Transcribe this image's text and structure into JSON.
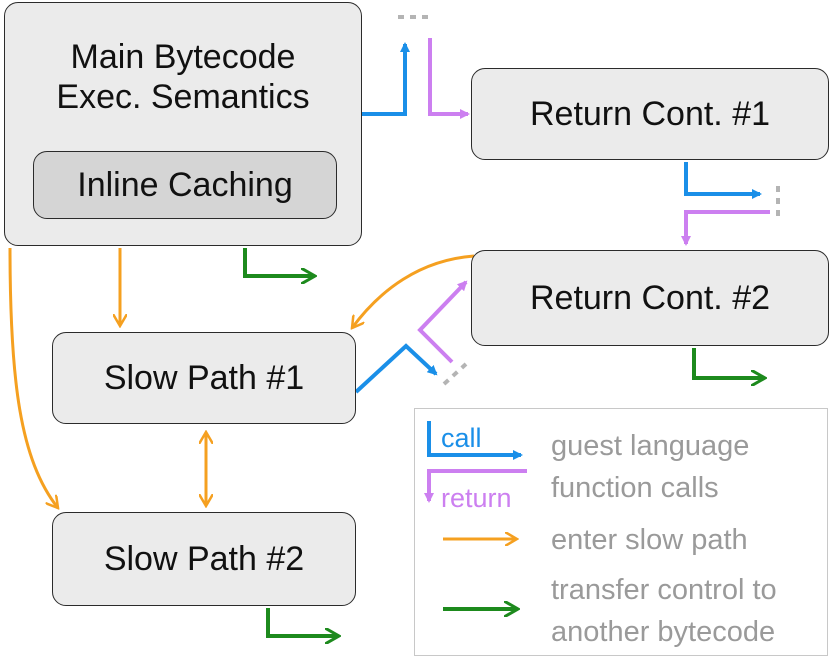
{
  "boxes": {
    "main": {
      "line1": "Main Bytecode",
      "line2": "Exec. Semantics",
      "inline": "Inline Caching"
    },
    "return1": "Return Cont. #1",
    "return2": "Return Cont. #2",
    "slow1": "Slow Path #1",
    "slow2": "Slow Path #2"
  },
  "legend": {
    "call": "call",
    "return": "return",
    "calls_line1": "guest language",
    "calls_line2": "function calls",
    "slow_path": "enter slow path",
    "transfer_line1": "transfer control to",
    "transfer_line2": "another bytecode"
  },
  "colors": {
    "call": "#1a8fe8",
    "return": "#cc7ff0",
    "slow_path": "#f5a020",
    "transfer": "#1d8a1d",
    "dotted": "#b4b4b4"
  }
}
